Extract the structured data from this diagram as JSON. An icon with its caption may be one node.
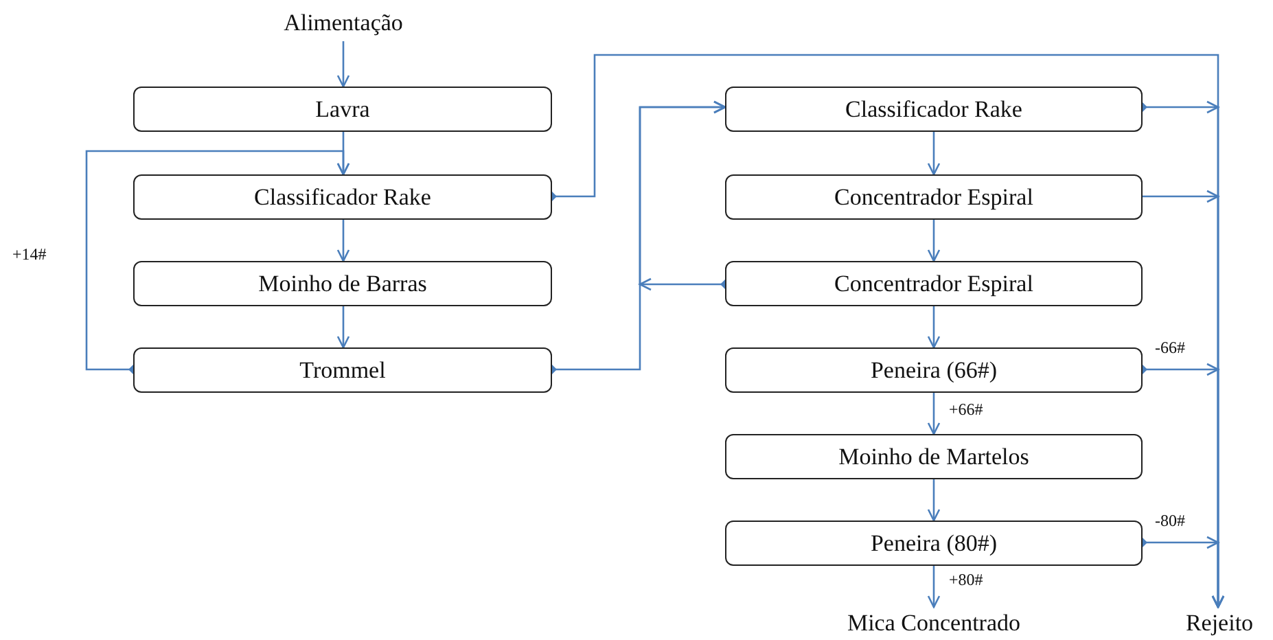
{
  "diagram": {
    "nodes": [
      {
        "text": [
          "Alimentação"
        ]
      },
      {
        "text": [
          "Lavra"
        ]
      },
      {
        "text": [
          "Classificador Rake"
        ]
      },
      {
        "text": [
          "Moinho de Barras"
        ]
      },
      {
        "text": [
          "Trommel"
        ]
      },
      {
        "text": [
          "Classificador Rake"
        ]
      },
      {
        "text": [
          "Concentrador Espiral"
        ]
      },
      {
        "text": [
          "Concentrador Espiral"
        ]
      },
      {
        "text": [
          "Peneira (66#)"
        ]
      },
      {
        "text": [
          "Moinho de Martelos"
        ]
      },
      {
        "text": [
          "Peneira (80#)"
        ]
      },
      {
        "text": [
          "Mica Concentrado"
        ]
      },
      {
        "text": [
          "Rejeito"
        ]
      }
    ],
    "edges": [
      {
        "from": 0,
        "to": 1,
        "arrow": "to"
      },
      {
        "from": 1,
        "to": 2,
        "arrow": "to"
      },
      {
        "from": 2,
        "to": 3,
        "arrow": "to"
      },
      {
        "from": 3,
        "to": 4,
        "arrow": "to"
      },
      {
        "from": 4,
        "to": 2,
        "arrow": "to",
        "label": "+14#"
      },
      {
        "from": 4,
        "to": 5,
        "arrow": "to"
      },
      {
        "from": 2,
        "to": 12,
        "arrow": "to"
      },
      {
        "from": 5,
        "to": 12,
        "arrow": "to"
      },
      {
        "from": 5,
        "to": 6,
        "arrow": "to"
      },
      {
        "from": 6,
        "to": 12,
        "arrow": "to"
      },
      {
        "from": 6,
        "to": 7,
        "arrow": "to"
      },
      {
        "from": 7,
        "to": 5,
        "arrow": "to"
      },
      {
        "from": 7,
        "to": 8,
        "arrow": "to"
      },
      {
        "from": 8,
        "to": 12,
        "arrow": "to",
        "label": "-66#"
      },
      {
        "from": 8,
        "to": 9,
        "arrow": "to",
        "label": "+66#"
      },
      {
        "from": 9,
        "to": 10,
        "arrow": "to"
      },
      {
        "from": 10,
        "to": 12,
        "arrow": "to",
        "label": "-80#"
      },
      {
        "from": 10,
        "to": 11,
        "arrow": "to",
        "label": "+80#"
      }
    ]
  }
}
